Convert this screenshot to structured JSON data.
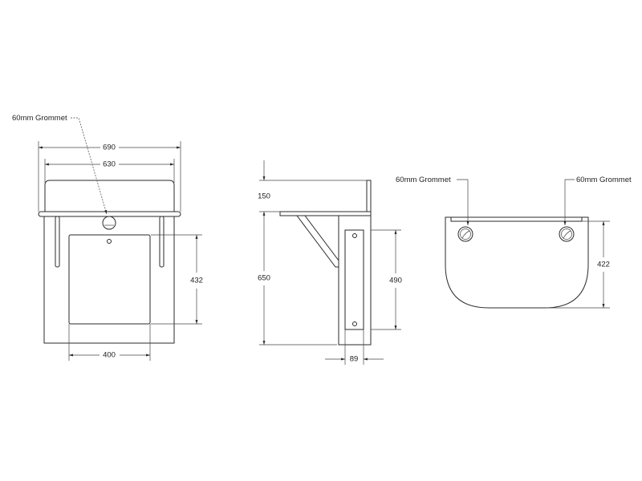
{
  "front_view": {
    "grommet_label": "60mm Grommet",
    "dim_overall_width": "690",
    "dim_splash_width": "630",
    "dim_panel_height": "432",
    "dim_panel_width": "400"
  },
  "side_view": {
    "dim_splash_height": "150",
    "dim_bracket_height": "650",
    "dim_plate_height": "490",
    "dim_plate_width": "89"
  },
  "top_view": {
    "grommet_label_left": "60mm Grommet",
    "grommet_label_right": "60mm Grommet",
    "dim_depth": "422"
  }
}
